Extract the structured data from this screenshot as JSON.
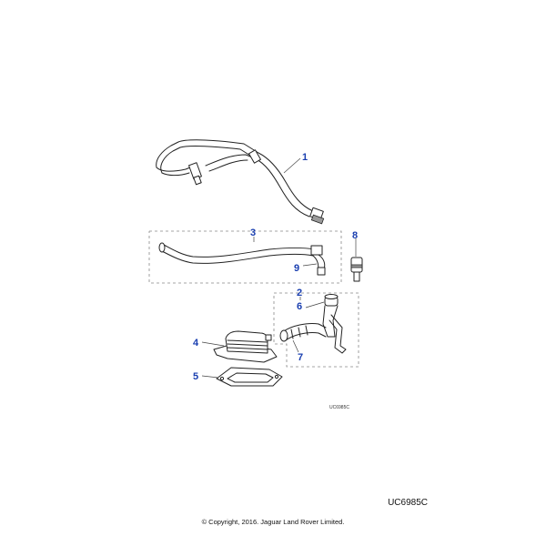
{
  "callouts": {
    "c1": "1",
    "c2": "2",
    "c3": "3",
    "c4": "4",
    "c5": "5",
    "c6": "6",
    "c7": "7",
    "c8": "8",
    "c9": "9"
  },
  "drawing_code_small": "UC6985C",
  "drawing_code": "UC6985C",
  "copyright": "© Copyright, 2016. Jaguar Land Rover Limited.",
  "colors": {
    "callout": "#1a3fb0",
    "line": "#222222",
    "background": "#ffffff"
  }
}
